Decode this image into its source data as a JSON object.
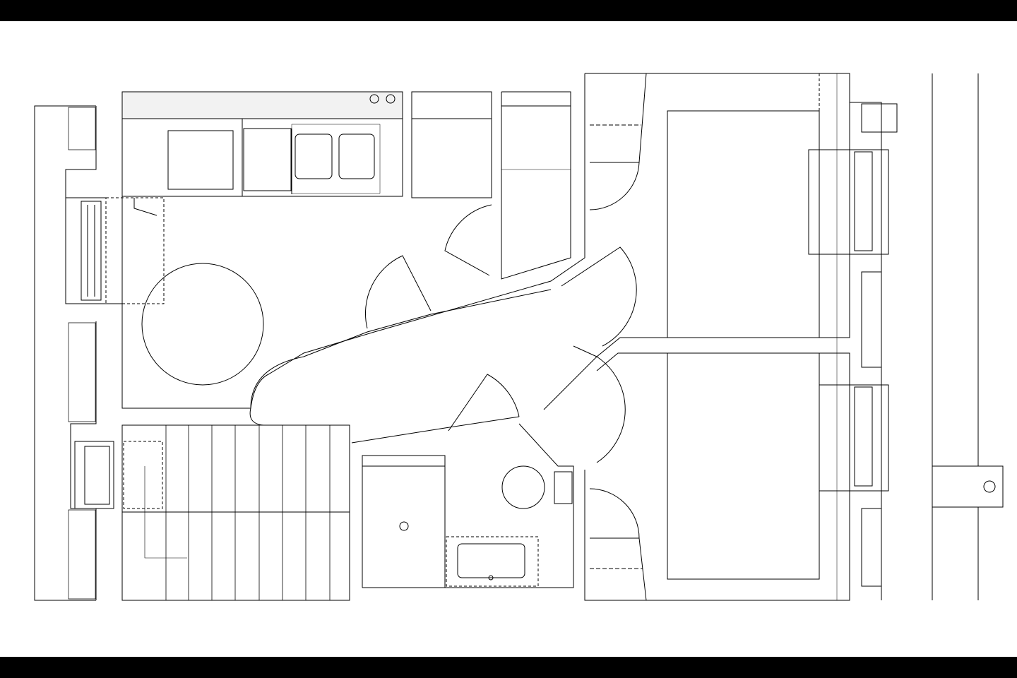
{
  "colors": {
    "background": "#ffffff",
    "line": "#000000",
    "letterbox": "#000000",
    "counter_top": "#f2f2f2"
  },
  "drawing": {
    "type": "architectural-floor-plan",
    "rooms": [
      "kitchen-dining",
      "stair",
      "hallway",
      "shower",
      "bathroom",
      "bedroom-upper",
      "bedroom-lower"
    ]
  }
}
